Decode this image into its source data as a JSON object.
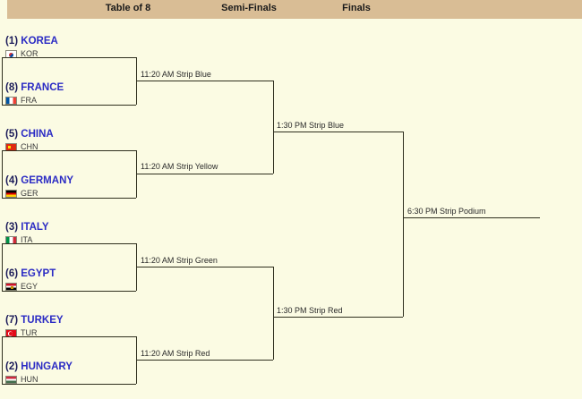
{
  "header": {
    "columns": [
      {
        "label": "Table of 8"
      },
      {
        "label": "Semi-Finals"
      },
      {
        "label": "Finals"
      }
    ]
  },
  "bracket": {
    "round_of_8": [
      {
        "seed": "(1)",
        "name": "KOREA",
        "code": "KOR",
        "flag": "flag-korea-icon"
      },
      {
        "seed": "(8)",
        "name": "FRANCE",
        "code": "FRA",
        "flag": "flag-france-icon"
      },
      {
        "seed": "(5)",
        "name": "CHINA",
        "code": "CHN",
        "flag": "flag-china-icon"
      },
      {
        "seed": "(4)",
        "name": "GERMANY",
        "code": "GER",
        "flag": "flag-germany-icon"
      },
      {
        "seed": "(3)",
        "name": "ITALY",
        "code": "ITA",
        "flag": "flag-italy-icon"
      },
      {
        "seed": "(6)",
        "name": "EGYPT",
        "code": "EGY",
        "flag": "flag-egypt-icon"
      },
      {
        "seed": "(7)",
        "name": "TURKEY",
        "code": "TUR",
        "flag": "flag-turkey-icon"
      },
      {
        "seed": "(2)",
        "name": "HUNGARY",
        "code": "HUN",
        "flag": "flag-hungary-icon"
      }
    ],
    "matches": {
      "qf1": "11:20 AM Strip Blue",
      "qf2": "11:20 AM Strip Yellow",
      "qf3": "11:20 AM Strip Green",
      "qf4": "11:20 AM Strip Red",
      "sf1": "1:30 PM Strip Blue",
      "sf2": "1:30 PM Strip Red",
      "final": "6:30 PM Strip Podium"
    }
  },
  "colors": {
    "page_background": "#fbfbe3",
    "header_background": "#d9bd95",
    "team_name": "#2b2bc4",
    "line": "#2f2f1e"
  }
}
